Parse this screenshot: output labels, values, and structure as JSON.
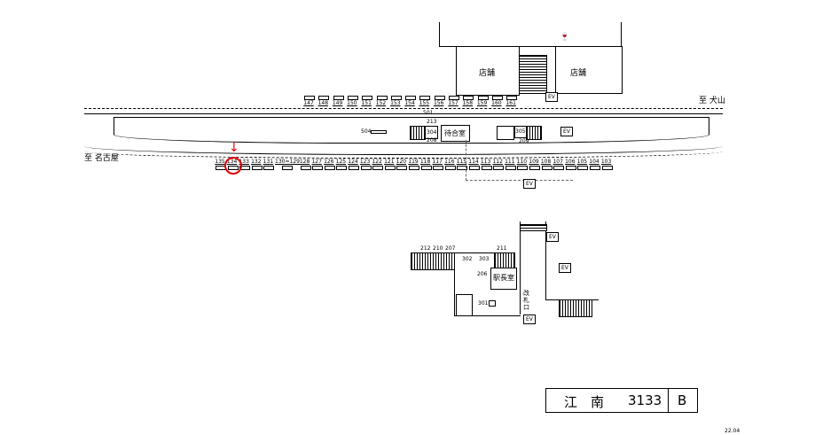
{
  "directions": {
    "up": "至 犬山",
    "down": "至 名古屋"
  },
  "rooms": {
    "shop1": "店舗",
    "shop2": "店舗",
    "waiting_room": "待合室",
    "station_office": "駅長室",
    "ticket_gate": "改札口"
  },
  "ev_label": "EV",
  "top_platform_numbers": [
    "147",
    "148",
    "149",
    "150",
    "151",
    "152",
    "153",
    "154",
    "155",
    "156",
    "157",
    "158",
    "159",
    "160",
    "161"
  ],
  "bottom_platform_numbers": [
    "135",
    "134",
    "133",
    "132",
    "131",
    "130=129",
    "128",
    "127",
    "126",
    "125",
    "124",
    "123",
    "122",
    "121",
    "120",
    "119",
    "118",
    "117",
    "116",
    "115",
    "114",
    "113",
    "112",
    "111",
    "110",
    "109",
    "108",
    "107",
    "106",
    "105",
    "104",
    "103"
  ],
  "equipment_labels": {
    "e501": "501",
    "e504": "504",
    "e213": "213",
    "e304": "304",
    "e208": "208",
    "e305": "305",
    "e209": "209",
    "e212": "212",
    "e210": "210",
    "e207": "207",
    "e302": "302",
    "e303": "303",
    "e211": "211",
    "e206": "206",
    "e301": "301"
  },
  "marker": {
    "position_number": "134",
    "color": "#e00000"
  },
  "title_block": {
    "station_name": "江　南",
    "code": "3133",
    "exit": "B"
  },
  "version": "22.04"
}
